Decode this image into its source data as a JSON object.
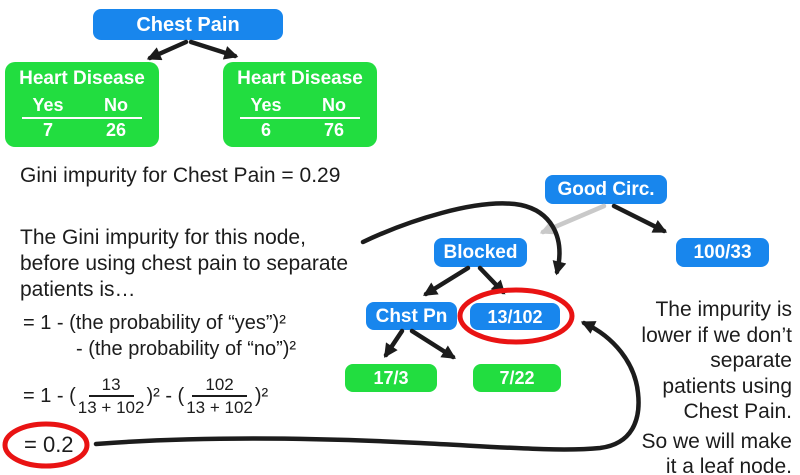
{
  "colors": {
    "node_blue": "#1886ed",
    "node_green": "#22dd40",
    "highlight_red": "#e91313",
    "arrow_black": "#1c1c1c",
    "arrow_gray": "#c9c9c9",
    "text": "#1c1c1c",
    "node_text": "#ffffff"
  },
  "top_tree": {
    "root_label": "Chest Pain",
    "left_table": {
      "title": "Heart Disease",
      "col_yes": "Yes",
      "col_no": "No",
      "val_yes": "7",
      "val_no": "26"
    },
    "right_table": {
      "title": "Heart Disease",
      "col_yes": "Yes",
      "col_no": "No",
      "val_yes": "6",
      "val_no": "76"
    }
  },
  "gini_summary": "Gini impurity for Chest Pain = 0.29",
  "paragraph": {
    "line1": "The Gini impurity for this node,",
    "line2": "before using chest pain to separate",
    "line3": "patients is…"
  },
  "equations": {
    "prob_yes": "= 1 - (the probability of “yes”)²",
    "prob_no": "- (the probability of “no”)²",
    "frac": {
      "prefix": "= 1 - (",
      "num1": "13",
      "den1": "13 + 102",
      "mid": ")² - (",
      "num2": "102",
      "den2": "13 + 102",
      "suffix": ")²"
    },
    "result": "= 0.2"
  },
  "right_tree": {
    "good_circ": "Good Circ.",
    "blocked": "Blocked",
    "leaf_good_circ": "100/33",
    "chst_pn": "Chst Pn",
    "leaf_blocked": "13/102",
    "leaf_chst_yes": "17/3",
    "leaf_chst_no": "7/22"
  },
  "note": {
    "para1_lines": [
      "The impurity is",
      "lower if we don’t",
      "separate",
      "patients using",
      "Chest Pain."
    ],
    "para2_lines": [
      "So we will make",
      "it a leaf node."
    ]
  }
}
